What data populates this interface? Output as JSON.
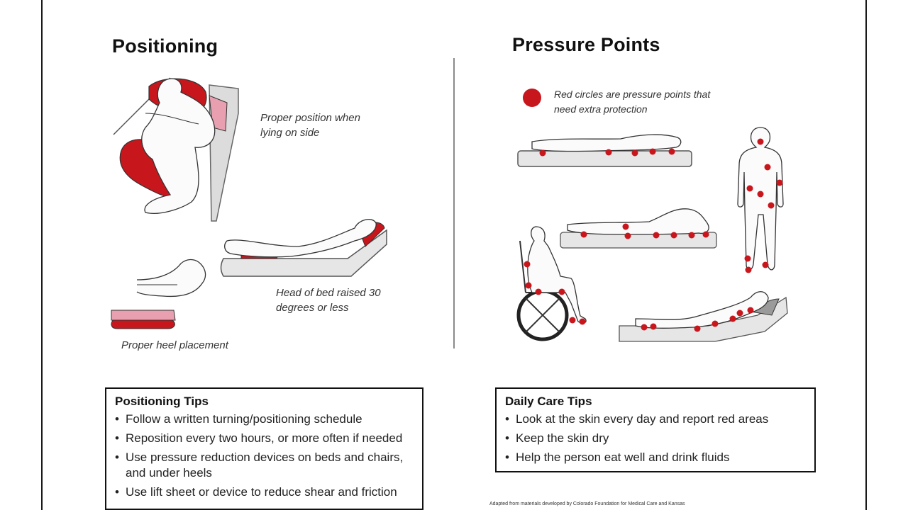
{
  "positioning": {
    "title": "Positioning",
    "caption_side": "Proper position when lying on side",
    "caption_bed": "Head of bed raised 30 degrees or less",
    "caption_heel": "Proper heel placement"
  },
  "pressure_points": {
    "title": "Pressure Points",
    "legend_text": "Red circles are pressure points that need extra protection"
  },
  "positioning_tips": {
    "title": "Positioning Tips",
    "items": [
      "Follow a written turning/positioning schedule",
      "Reposition every two hours, or more often if needed",
      "Use pressure reduction devices on beds and chairs, and under heels",
      "Use lift sheet or device to reduce shear and friction"
    ]
  },
  "daily_care_tips": {
    "title": "Daily Care Tips",
    "items": [
      "Look at the skin every day and report red areas",
      "Keep the skin dry",
      "Help the person eat well and drink fluids"
    ]
  },
  "footer": {
    "credit": "Adapted from materials developed by Colorado Foundation for Medical Care and Kansas"
  },
  "colors": {
    "pressure_red": "#c8161d",
    "pillow_pink": "#e8a0b0",
    "frame": "#1a1a1a"
  }
}
